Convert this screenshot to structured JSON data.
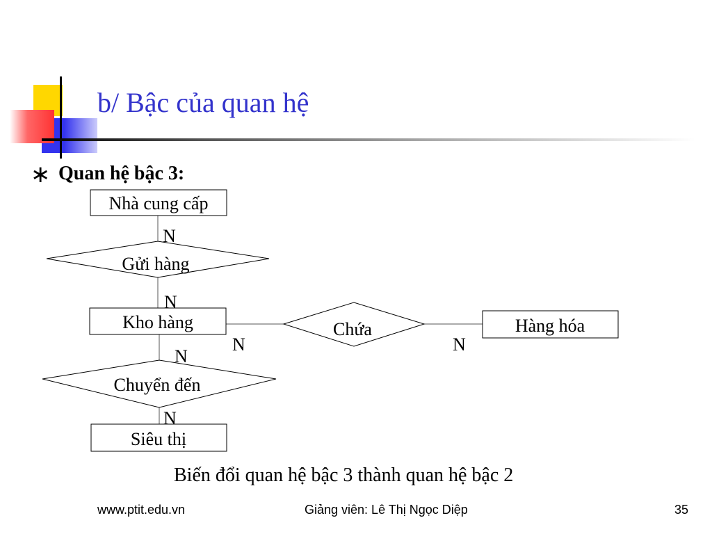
{
  "slide": {
    "title": "b/ Bậc của quan hệ",
    "bullet_symbol": "∗",
    "subtitle": "Quan hệ bậc 3:"
  },
  "diagram": {
    "entities": {
      "supplier": "Nhà cung cấp",
      "warehouse": "Kho hàng",
      "goods": "Hàng hóa",
      "supermarket": "Siêu thị"
    },
    "relationships": {
      "send_goods": "Gửi hàng",
      "contains": "Chứa",
      "transfer_to": "Chuyển đến"
    },
    "cardinalities": {
      "supplier_send": "N",
      "send_warehouse": "N",
      "warehouse_transfer": "N",
      "transfer_supermarket": "N",
      "warehouse_contains": "N",
      "contains_goods": "N"
    }
  },
  "caption": "Biến đổi quan hệ bậc 3 thành quan hệ bậc 2",
  "footer": {
    "website": "www.ptit.edu.vn",
    "lecturer": "Giảng viên: Lê Thị Ngọc Diệp",
    "page_number": "35"
  },
  "colors": {
    "title": "#3333cc",
    "deco_yellow": "#ffd700",
    "deco_red": "#ff3333",
    "deco_blue": "#3333ee"
  }
}
